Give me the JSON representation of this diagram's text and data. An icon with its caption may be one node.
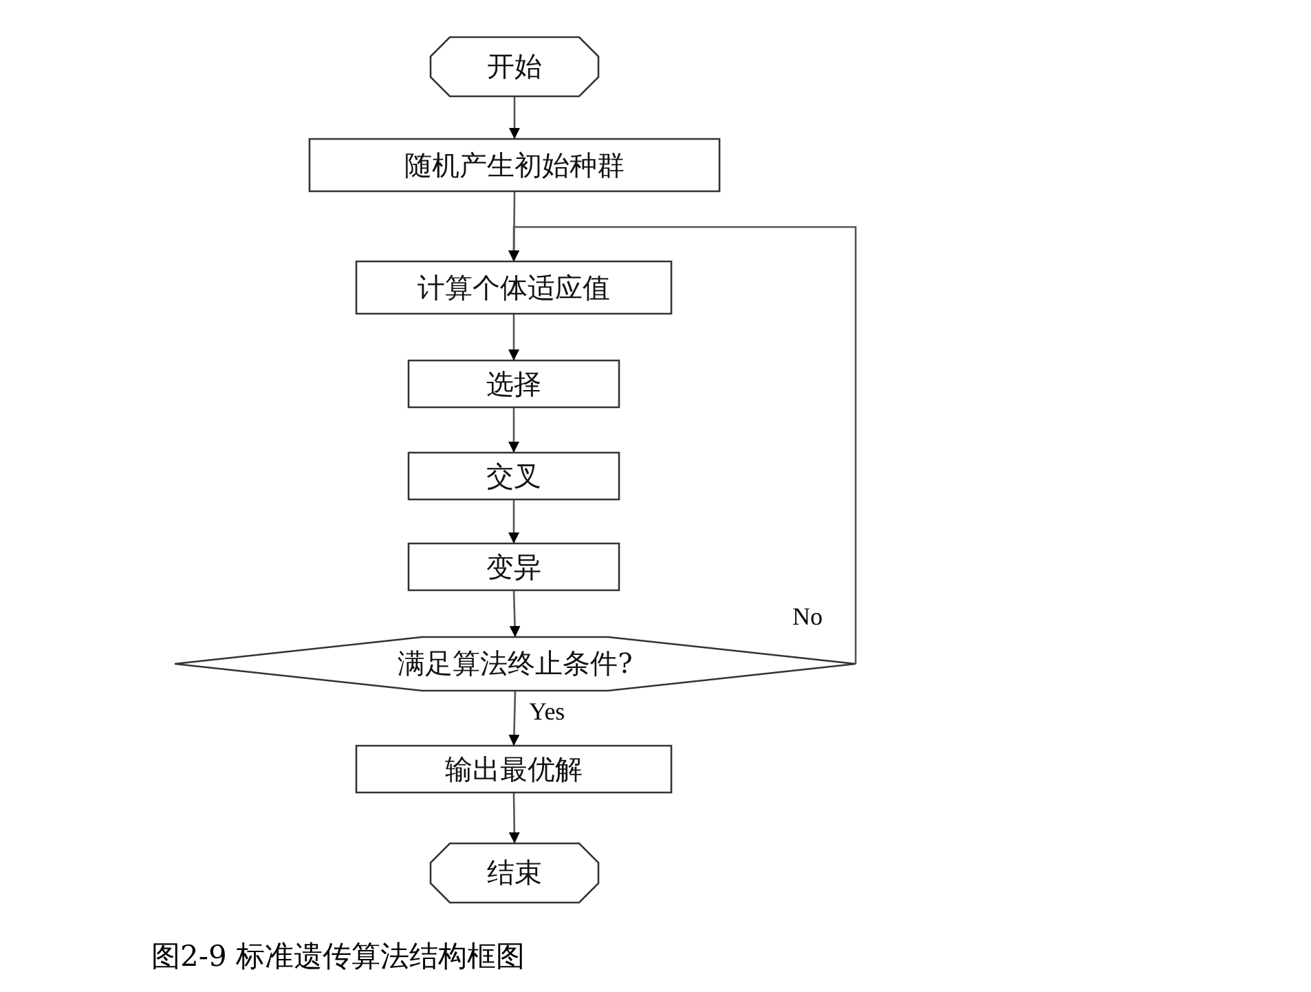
{
  "diagram": {
    "caption": "图2-9 标准遗传算法结构框图",
    "nodes": [
      {
        "text": [
          "开始"
        ]
      },
      {
        "text": [
          "随机产生初始种群"
        ]
      },
      {
        "text": [
          "计算个体适应值"
        ]
      },
      {
        "text": [
          "选择"
        ]
      },
      {
        "text": [
          "交叉"
        ]
      },
      {
        "text": [
          "变异"
        ]
      },
      {
        "text": [
          "满足算法终止条件?"
        ]
      },
      {
        "text": [
          "输出最优解"
        ]
      },
      {
        "text": [
          "结束"
        ]
      }
    ],
    "edges": [
      {
        "from": 0,
        "to": 1,
        "arrow": "to"
      },
      {
        "from": 1,
        "to": 2,
        "arrow": "to"
      },
      {
        "from": 2,
        "to": 3,
        "arrow": "to"
      },
      {
        "from": 3,
        "to": 4,
        "arrow": "to"
      },
      {
        "from": 4,
        "to": 5,
        "arrow": "to"
      },
      {
        "from": 5,
        "to": 6,
        "arrow": "to"
      },
      {
        "from": 6,
        "to": 7,
        "arrow": "to",
        "label": "Yes"
      },
      {
        "from": 6,
        "to": 2,
        "arrow": "to",
        "label": "No"
      },
      {
        "from": 7,
        "to": 8,
        "arrow": "to"
      }
    ]
  }
}
